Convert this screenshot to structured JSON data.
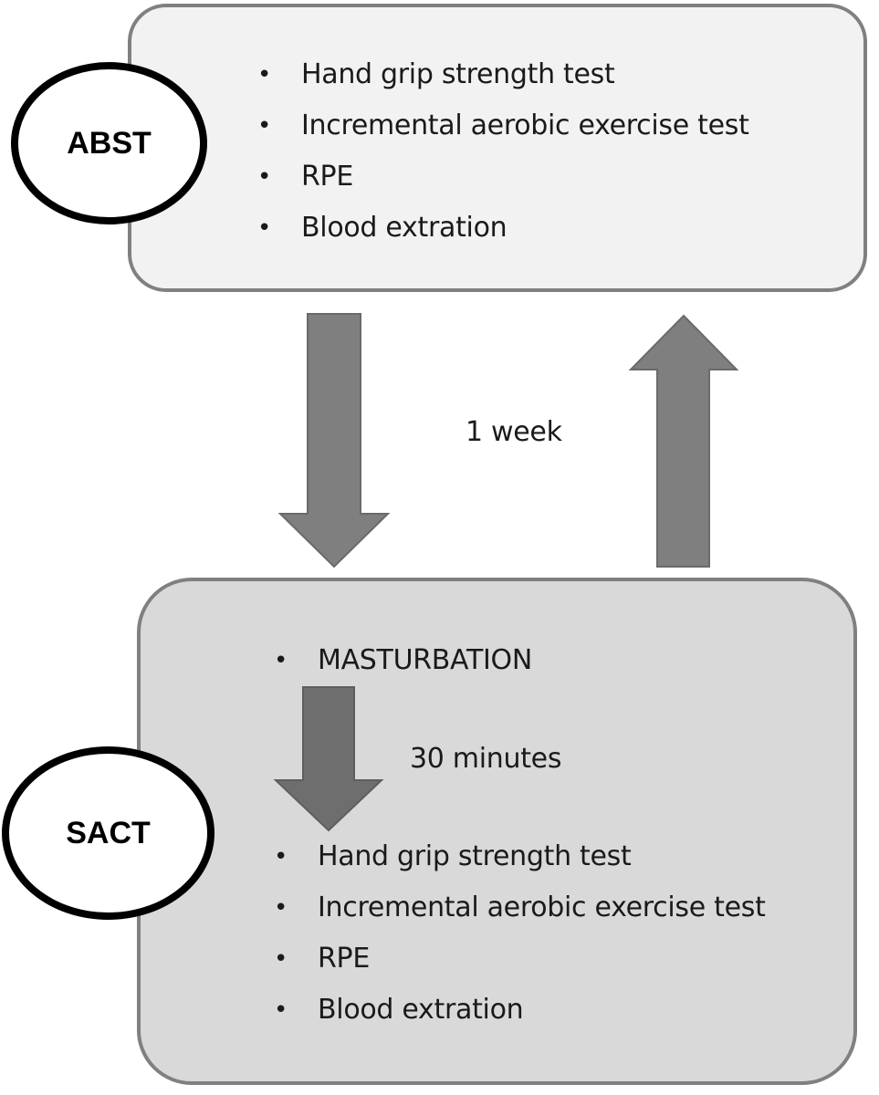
{
  "abst": {
    "label": "ABST",
    "items": [
      "Hand grip strength test",
      "Incremental aerobic exercise test",
      "RPE",
      "Blood extration"
    ]
  },
  "sact": {
    "label": "SACT",
    "pre_item": "MASTURBATION",
    "delay": "30 minutes",
    "items": [
      "Hand grip strength test",
      "Incremental aerobic exercise test",
      "RPE",
      "Blood extration"
    ]
  },
  "interval": "1 week",
  "bullet": "•",
  "colors": {
    "abst_box_fill": "#f2f2f2",
    "sact_box_fill": "#d9d9d9",
    "box_border": "#808080",
    "arrow_fill": "#7f7f7f",
    "arrow_fill_dark": "#6e6e6e",
    "ellipse_border": "#000000"
  }
}
